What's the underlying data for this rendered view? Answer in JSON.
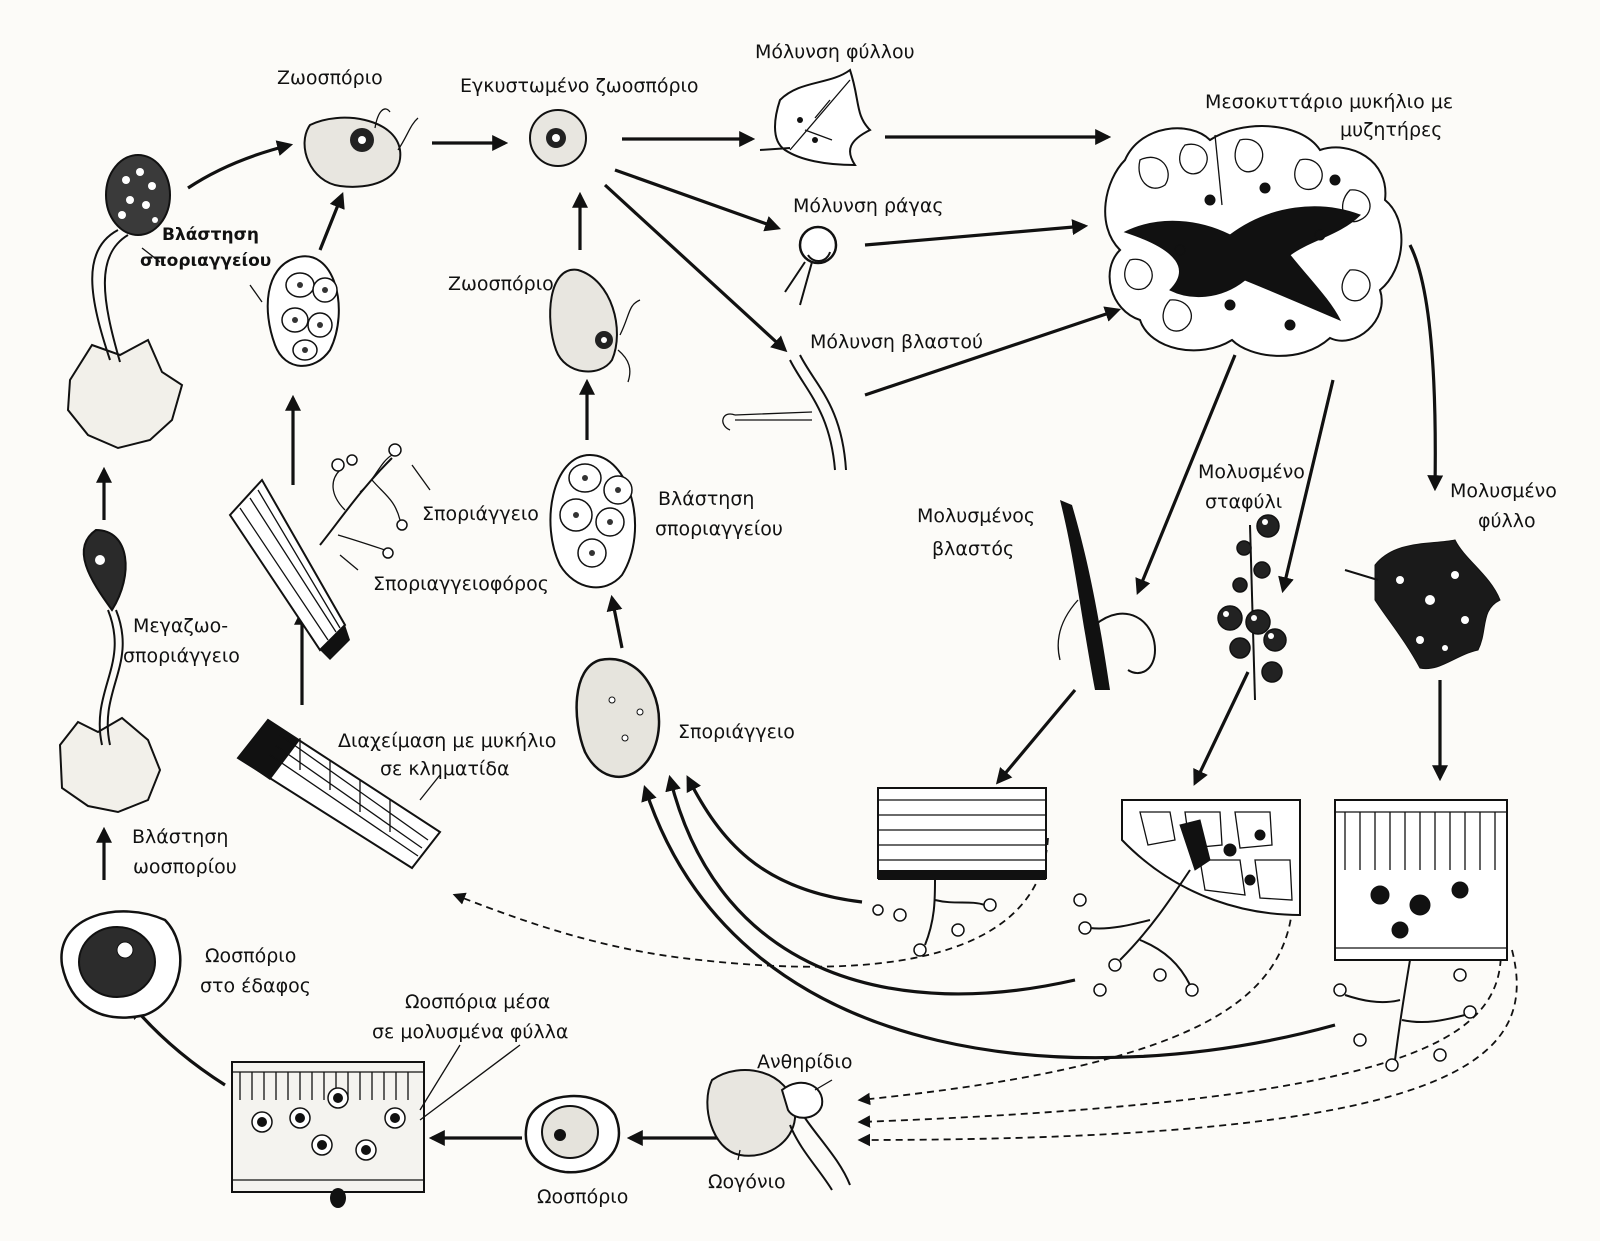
{
  "labels": {
    "zoosporio_top": "Ζωοσπόριο",
    "enkystomeno": "Εγκυστωμένο ζωοσπόριο",
    "molynsi_fyllou": "Μόλυνση φύλλου",
    "mesokyttario_1": "Μεσοκυττάριο μυκήλιο με",
    "mesokyttario_2": "μυζητήρες",
    "molynsi_ragas": "Μόλυνση ράγας",
    "molynsi_vlastou": "Μόλυνση βλαστού",
    "vlastisi_sporangeiou_1_a": "Βλάστηση",
    "vlastisi_sporangeiou_1_b": "σποριαγγείου",
    "zoosporio_mid": "Ζωοσπόριο",
    "sporangeio_top": "Σποριάγγειο",
    "sporangeioforos": "Σποριαγγειοφόρος",
    "vlastisi_sporangeiou_2_a": "Βλάστηση",
    "vlastisi_sporangeiou_2_b": "σποριαγγείου",
    "megazoo_a": "Μεγαζωο-",
    "megazoo_b": "σποριάγγειο",
    "diaxeimasi_a": "Διαχείμαση με μυκήλιο",
    "diaxeimasi_b": "σε κληματίδα",
    "sporangeio_mid": "Σποριάγγειο",
    "vlastisi_oosporiou_a": "Βλάστηση",
    "vlastisi_oosporiou_b": "ωοσπορίου",
    "oosporio_edafos_a": "Ωοσπόριο",
    "oosporio_edafos_b": "στο έδαφος",
    "oosporia_fylla_a": "Ωοσπόρια μέσα",
    "oosporia_fylla_b": "σε μολυσμένα φύλλα",
    "oosporio": "Ωοσπόριο",
    "anthiridio": "Ανθηρίδιο",
    "oogonio": "Ωογόνιο",
    "molysmenos_vlastos_a": "Μολυσμένος",
    "molysmenos_vlastos_b": "βλαστός",
    "molysmeno_stafyli_a": "Μολυσμένο",
    "molysmeno_stafyli_b": "σταφύλι",
    "molysmeno_fyllo_a": "Μολυσμένο",
    "molysmeno_fyllo_b": "φύλλο"
  }
}
